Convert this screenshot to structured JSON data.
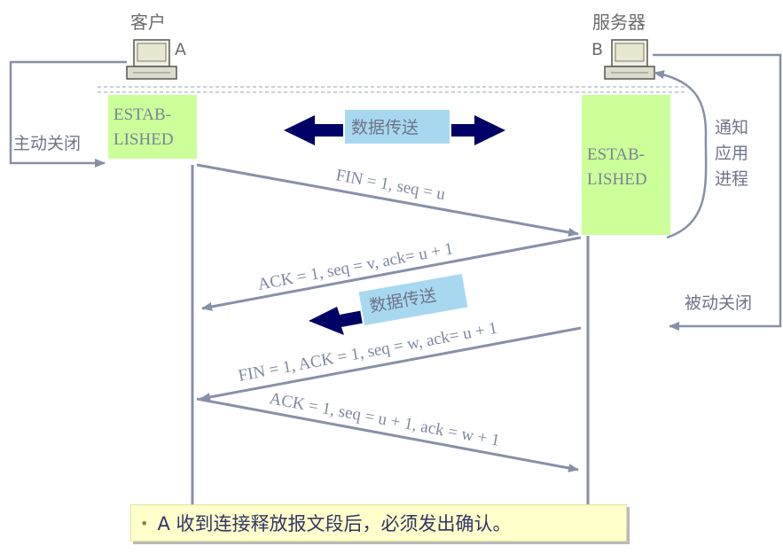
{
  "hosts": {
    "client_title": "客户",
    "client_letter": "A",
    "server_title": "服务器",
    "server_letter": "B"
  },
  "states": {
    "client_line1": "ESTAB-",
    "client_line2": "LISHED",
    "server_line1": "ESTAB-",
    "server_line2": "LISHED"
  },
  "side_labels": {
    "active_close": "主动关闭",
    "passive_close": "被动关闭",
    "notify_line1": "通知",
    "notify_line2": "应用",
    "notify_line3": "进程"
  },
  "transfer": {
    "top": "数据传送",
    "middle": "数据传送"
  },
  "messages": {
    "fin1": "FIN = 1, seq = u",
    "ack1": "ACK = 1, seq = v, ack= u + 1",
    "fin2": "FIN = 1, ACK = 1, seq = w, ack= u + 1",
    "ack2": "ACK = 1, seq = u + 1, ack = w + 1"
  },
  "note": {
    "bullet": "•",
    "text": "A 收到连接释放报文段后，必须发出确认。"
  },
  "colors": {
    "state_box": "#ccff99",
    "transfer_box": "#a8d8f0",
    "arrow_dark": "#000066",
    "line": "#8890a8",
    "note_bg": "#ffffcc"
  }
}
